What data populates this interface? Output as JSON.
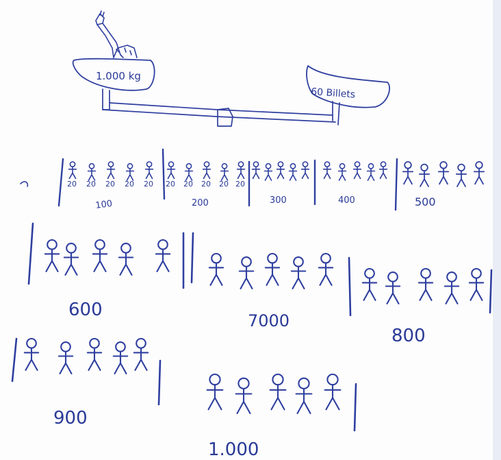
{
  "scale": {
    "left_pan_label": "1.000 kg",
    "right_pan_label": "60 Billets"
  },
  "rows": [
    {
      "groups": [
        {
          "label": "100",
          "figures": 5,
          "figure_labels": [
            "20",
            "20",
            "20",
            "20",
            "20"
          ]
        },
        {
          "label": "200",
          "figures": 5,
          "figure_labels": [
            "20",
            "20",
            "20",
            "20",
            "20"
          ]
        },
        {
          "label": "300",
          "figures": 5
        },
        {
          "label": "400",
          "figures": 5
        },
        {
          "label": "500",
          "figures": 5
        }
      ]
    },
    {
      "groups": [
        {
          "label": "600",
          "figures": 5
        },
        {
          "label": "7000",
          "figures": 5
        },
        {
          "label": "800",
          "figures": 5
        }
      ]
    },
    {
      "groups": [
        {
          "label": "900",
          "figures": 5
        },
        {
          "label": "1.000",
          "figures": 5
        }
      ]
    }
  ],
  "colors": {
    "ink": "#2f3f9f",
    "paper": "#fdfdfe",
    "border": "#e9eef6"
  }
}
